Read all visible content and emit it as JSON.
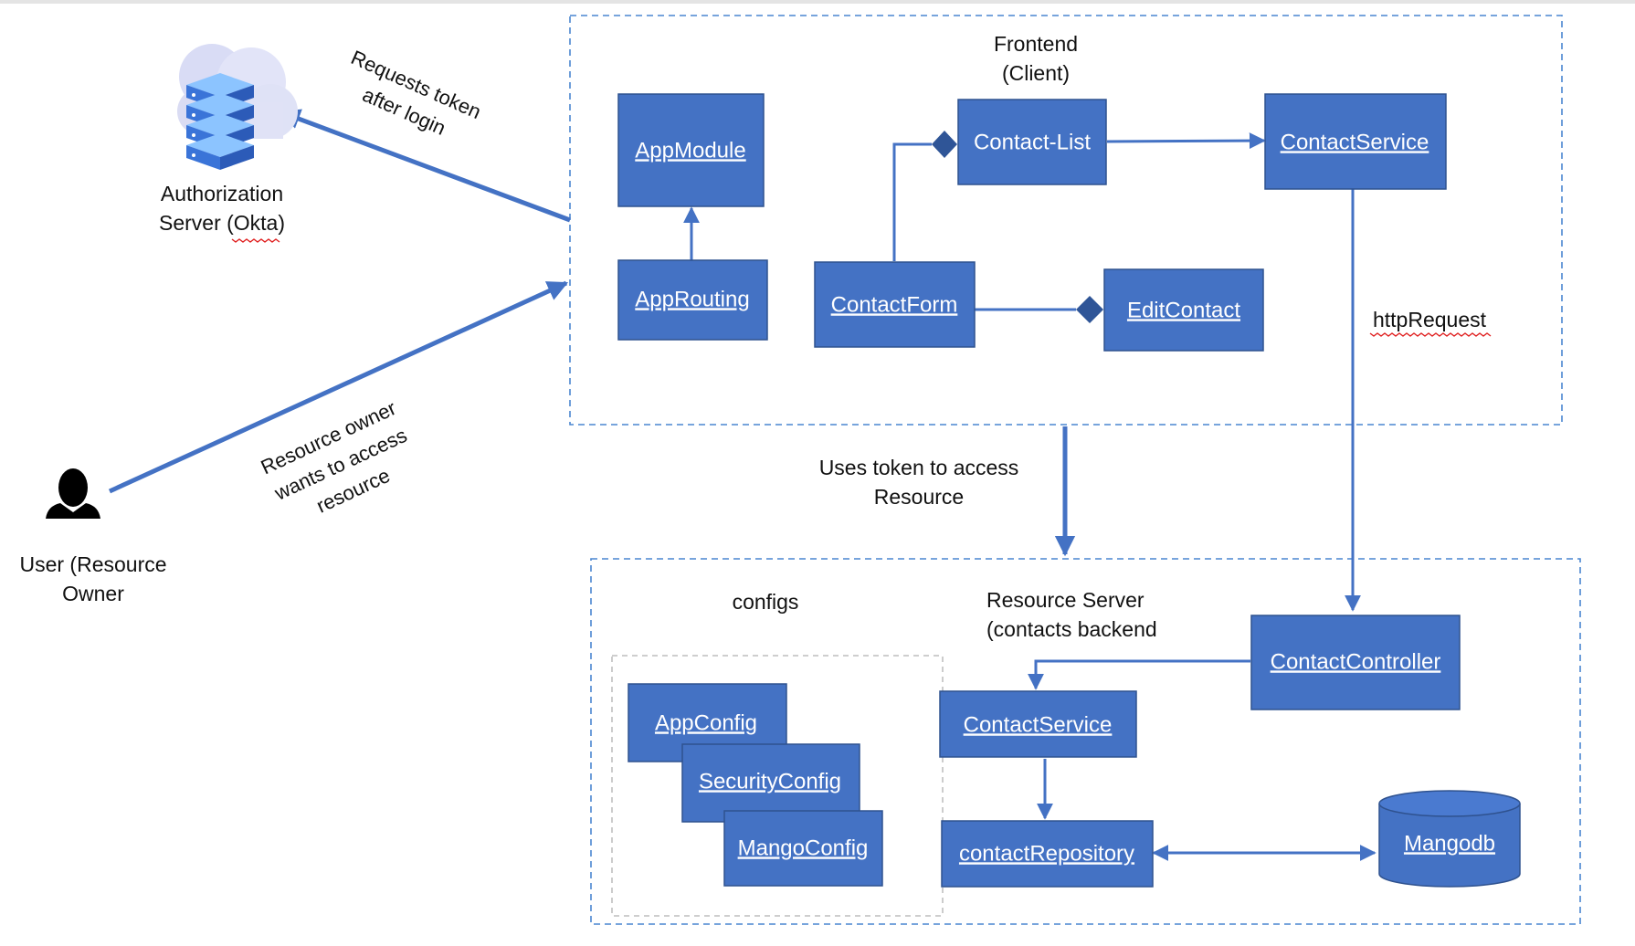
{
  "colors": {
    "box_fill": "#4472c4",
    "box_border": "#2f528f",
    "arrow": "#4472c4",
    "dashed_group": "#4a86d0",
    "configs_group": "#b0b0b0",
    "text": "#111111"
  },
  "frontend": {
    "title_line1": "Frontend",
    "title_line2": "(Client)",
    "boxes": {
      "app_module": "AppModule",
      "app_routing": "AppRouting",
      "contact_list": "Contact-List",
      "contact_form": "ContactForm",
      "edit_contact": "EditContact",
      "contact_service": "ContactService"
    }
  },
  "backend": {
    "title_line1": "Resource Server",
    "title_line2": "(contacts backend",
    "configs_title": "configs",
    "boxes": {
      "app_config": "AppConfig",
      "security_config": "SecurityConfig",
      "mango_config": "MangoConfig",
      "contact_controller": "ContactController",
      "contact_service": "ContactService",
      "contact_repository": "contactRepository",
      "mangodb": "Mangodb"
    }
  },
  "auth_server": {
    "icon": "cloud-server-icon",
    "label_line1": "Authorization",
    "label_line2": "Server (Okta)"
  },
  "user": {
    "icon": "person-icon",
    "label_line1": "User (Resource",
    "label_line2": "Owner"
  },
  "edges": {
    "requests_token_line1": "Requests token",
    "requests_token_line2": "after login",
    "resource_owner_line1": "Resource owner",
    "resource_owner_line2": "wants to access",
    "resource_owner_line3": "resource",
    "uses_token_line1": "Uses token to access",
    "uses_token_line2": "Resource",
    "http_request": "httpRequest"
  }
}
